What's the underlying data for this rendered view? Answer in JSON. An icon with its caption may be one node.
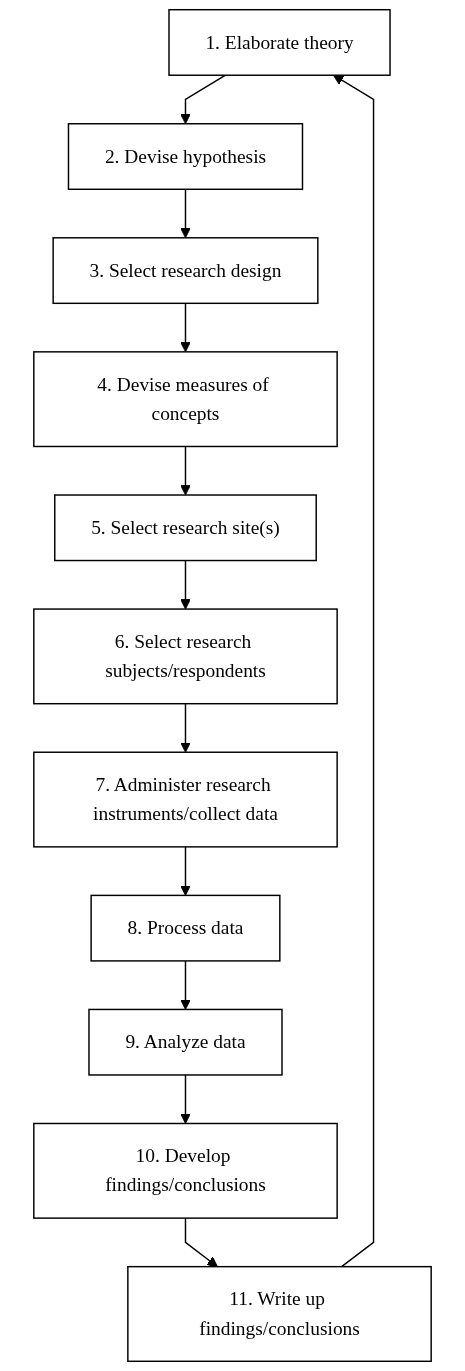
{
  "diagram": {
    "nodes": [
      {
        "text": [
          "1. Elaborate theory"
        ]
      },
      {
        "text": [
          "2. Devise hypothesis"
        ]
      },
      {
        "text": [
          "3. Select research design"
        ]
      },
      {
        "text": [
          "4. Devise measures of concepts"
        ]
      },
      {
        "text": [
          "5. Select research site(s)"
        ]
      },
      {
        "text": [
          "6. Select research subjects/respondents"
        ]
      },
      {
        "text": [
          "7. Administer research instruments/collect data"
        ]
      },
      {
        "text": [
          "8. Process data"
        ]
      },
      {
        "text": [
          "9. Analyze data"
        ]
      },
      {
        "text": [
          "10. Develop findings/conclusions"
        ]
      },
      {
        "text": [
          "11. Write up findings/conclusions"
        ]
      }
    ],
    "edges": [
      {
        "from": 0,
        "to": 1,
        "arrow": "to"
      },
      {
        "from": 1,
        "to": 2,
        "arrow": "to"
      },
      {
        "from": 2,
        "to": 3,
        "arrow": "to"
      },
      {
        "from": 3,
        "to": 4,
        "arrow": "to"
      },
      {
        "from": 4,
        "to": 5,
        "arrow": "to"
      },
      {
        "from": 5,
        "to": 6,
        "arrow": "to"
      },
      {
        "from": 6,
        "to": 7,
        "arrow": "to"
      },
      {
        "from": 7,
        "to": 8,
        "arrow": "to"
      },
      {
        "from": 8,
        "to": 9,
        "arrow": "to"
      },
      {
        "from": 9,
        "to": 10,
        "arrow": "to"
      },
      {
        "from": 10,
        "to": 0,
        "arrow": "to"
      }
    ]
  }
}
